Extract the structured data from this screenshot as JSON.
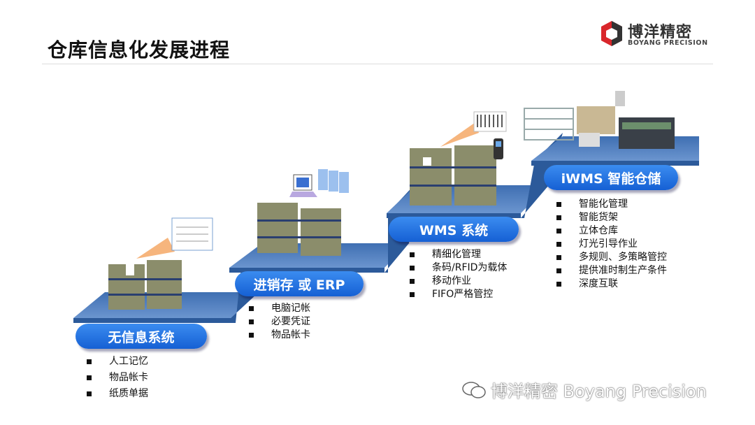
{
  "title": "仓库信息化发展进程",
  "logo": {
    "cn": "博洋精密",
    "en": "BOYANG PRECISION"
  },
  "stages": [
    {
      "label": "无信息系统",
      "items": [
        "人工记忆",
        "物品帐卡",
        "纸质单据"
      ]
    },
    {
      "label": "进销存 或 ERP",
      "items": [
        "电脑记帐",
        "必要凭证",
        "物品帐卡"
      ]
    },
    {
      "label": "WMS 系统",
      "items": [
        "精细化管理",
        "条码/RFID为载体",
        "移动作业",
        "FIFO严格管控"
      ]
    },
    {
      "label": "iWMS 智能仓储",
      "items": [
        "智能化管理",
        "智能货架",
        "立体仓库",
        "灯光引导作业",
        "多规则、多策略管控",
        "提供准时制生产条件",
        "深度互联"
      ]
    }
  ],
  "watermark": "博洋精密 Boyang Precision",
  "colors": {
    "pill": "#1e6fd9",
    "platform": "#4f7fbf",
    "riser": "#2c5a9a",
    "logo_red": "#d9262b"
  }
}
